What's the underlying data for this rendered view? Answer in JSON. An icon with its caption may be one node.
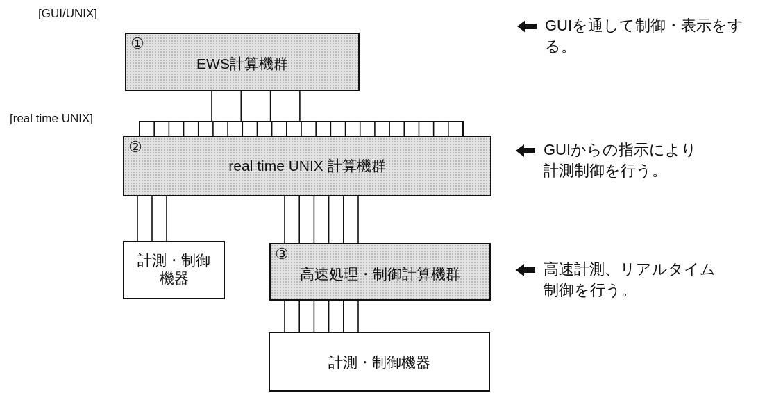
{
  "diagram": {
    "nodes": [
      {
        "text": [
          "①",
          "EWS計算機群"
        ]
      },
      {
        "text": [],
        "shape": "bar"
      },
      {
        "text": [
          "②",
          "real time UNIX 計算機群"
        ]
      },
      {
        "text": [
          "計測・制御機器"
        ]
      },
      {
        "text": [
          "③",
          "高速処理・制御計算機群"
        ]
      },
      {
        "text": [
          "計測・制御機器"
        ]
      },
      {
        "text": [
          "GUIを通して制御・表示をする。"
        ]
      },
      {
        "text": [
          "GUIからの指示により計測制御を行う。"
        ]
      },
      {
        "text": [
          "高速計測、リアルタイム制御を行う。"
        ]
      }
    ],
    "edges": [
      {
        "from": 0,
        "to": 1,
        "arrow": "none"
      },
      {
        "from": 0,
        "to": 1,
        "arrow": "none"
      },
      {
        "from": 0,
        "to": 1,
        "arrow": "none"
      },
      {
        "from": 0,
        "to": 1,
        "arrow": "none"
      },
      {
        "from": 2,
        "to": 3,
        "arrow": "none"
      },
      {
        "from": 2,
        "to": 3,
        "arrow": "none"
      },
      {
        "from": 2,
        "to": 3,
        "arrow": "none"
      },
      {
        "from": 2,
        "to": 4,
        "arrow": "none"
      },
      {
        "from": 2,
        "to": 4,
        "arrow": "none"
      },
      {
        "from": 2,
        "to": 4,
        "arrow": "none"
      },
      {
        "from": 2,
        "to": 4,
        "arrow": "none"
      },
      {
        "from": 2,
        "to": 4,
        "arrow": "none"
      },
      {
        "from": 2,
        "to": 4,
        "arrow": "none"
      },
      {
        "from": 4,
        "to": 5,
        "arrow": "none"
      },
      {
        "from": 4,
        "to": 5,
        "arrow": "none"
      },
      {
        "from": 4,
        "to": 5,
        "arrow": "none"
      },
      {
        "from": 4,
        "to": 5,
        "arrow": "none"
      },
      {
        "from": 4,
        "to": 5,
        "arrow": "none"
      },
      {
        "from": 4,
        "to": 5,
        "arrow": "none"
      }
    ],
    "labels": [
      "[GUI/UNIX]",
      "[real time UNIX]"
    ]
  }
}
